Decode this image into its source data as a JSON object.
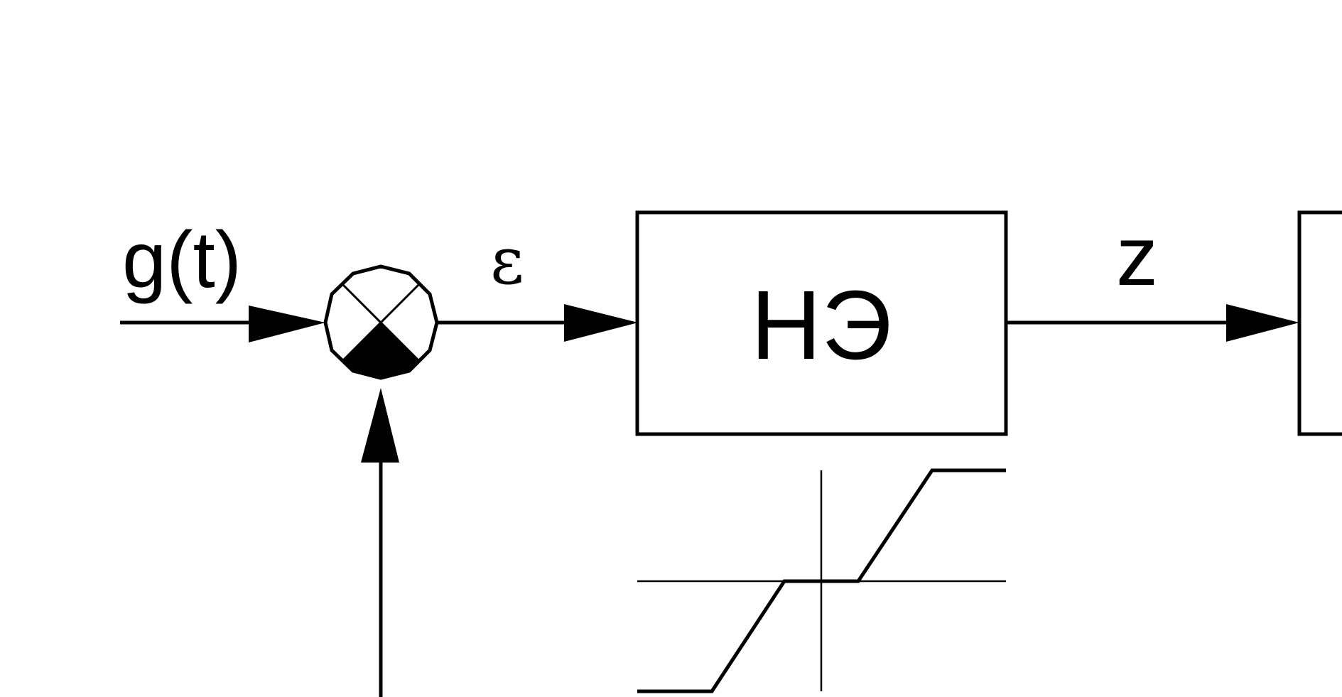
{
  "labels": {
    "input": "g(t)",
    "error": "ε",
    "block": "НЭ",
    "output": "z"
  },
  "colors": {
    "stroke": "#000000",
    "background": "#ffffff"
  },
  "icons": {
    "summing_junction": "summing-junction-icon",
    "nonlinearity_graph": "saturation-deadzone-characteristic-icon"
  }
}
